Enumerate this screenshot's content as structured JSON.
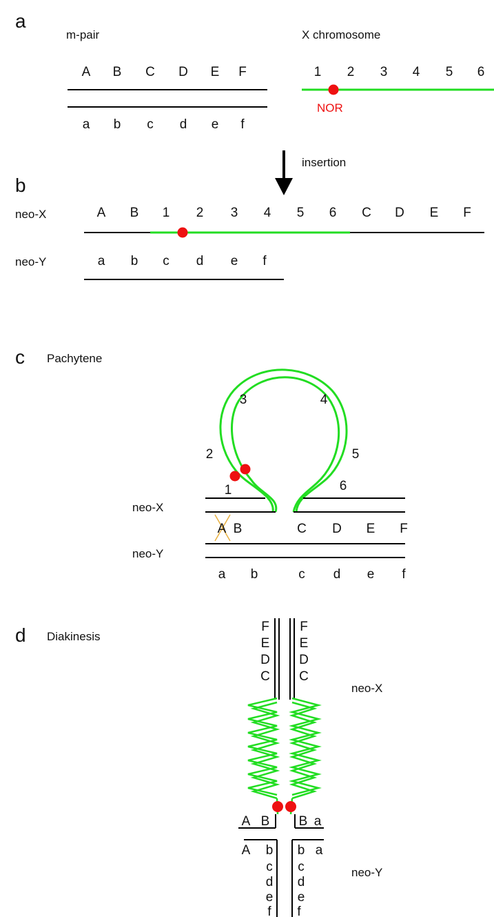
{
  "colors": {
    "chromosome": "#000000",
    "x_segment": "#22dd22",
    "nor": "#ee1111",
    "crossover": "#e8b040"
  },
  "panel_a": {
    "letter": "a",
    "m_pair_label": "m-pair",
    "x_label": "X chromosome",
    "upper_genes": [
      "A",
      "B",
      "C",
      "D",
      "E",
      "F"
    ],
    "lower_genes": [
      "a",
      "b",
      "c",
      "d",
      "e",
      "f"
    ],
    "x_genes": [
      "1",
      "2",
      "3",
      "4",
      "5",
      "6"
    ],
    "nor_label": "NOR",
    "arrow_label": "insertion"
  },
  "panel_b": {
    "letter": "b",
    "neo_x_label": "neo-X",
    "neo_y_label": "neo-Y",
    "neo_x_genes": [
      "A",
      "B",
      "1",
      "2",
      "3",
      "4",
      "5",
      "6",
      "C",
      "D",
      "E",
      "F"
    ],
    "neo_y_genes": [
      "a",
      "b",
      "c",
      "d",
      "e",
      "f"
    ]
  },
  "panel_c": {
    "letter": "c",
    "title": "Pachytene",
    "neo_x_label": "neo-X",
    "neo_y_label": "neo-Y",
    "loop_genes": [
      "1",
      "2",
      "3",
      "4",
      "5",
      "6"
    ],
    "upper_genes": [
      "A",
      "B",
      "C",
      "D",
      "E",
      "F"
    ],
    "lower_genes": [
      "a",
      "b",
      "c",
      "d",
      "e",
      "f"
    ]
  },
  "panel_d": {
    "letter": "d",
    "title": "Diakinesis",
    "neo_x_label": "neo-X",
    "neo_y_label": "neo-Y",
    "top_left_genes": [
      "F",
      "E",
      "D",
      "C"
    ],
    "top_right_genes": [
      "F",
      "E",
      "D",
      "C"
    ],
    "mid_left_genes": [
      "A",
      "B"
    ],
    "mid_right_genes": [
      "B",
      "a"
    ],
    "low_left_genes": [
      "A",
      "b"
    ],
    "low_right_genes": [
      "b",
      "a"
    ],
    "bottom_left_genes": [
      "c",
      "d",
      "e",
      "f"
    ],
    "bottom_right_genes": [
      "c",
      "d",
      "e",
      "f"
    ]
  }
}
